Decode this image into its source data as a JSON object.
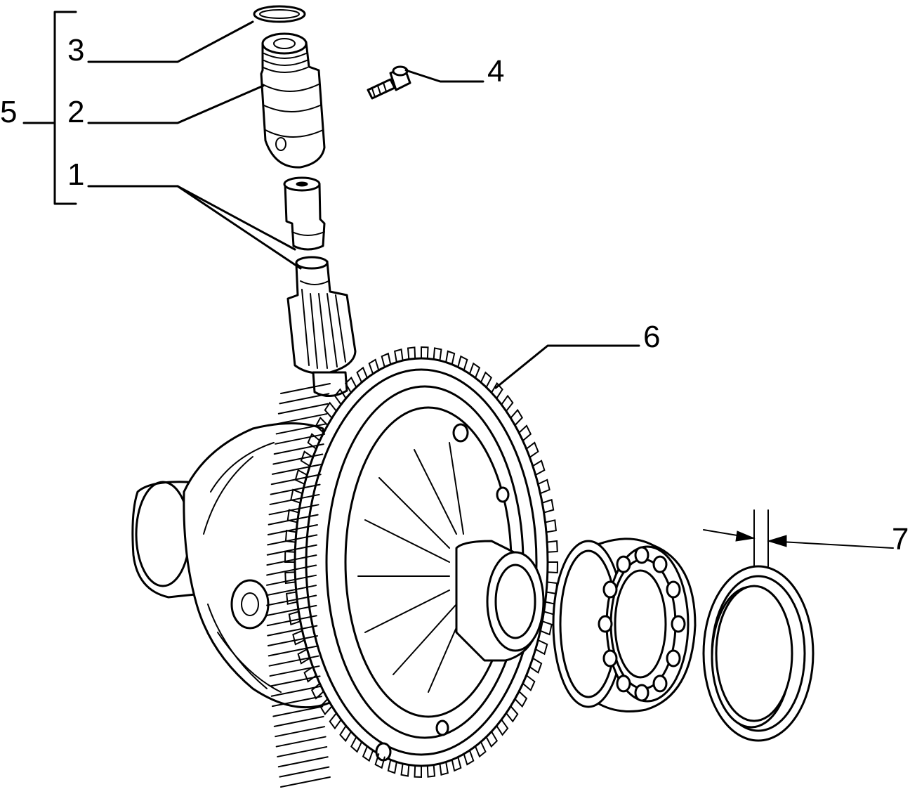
{
  "callouts": {
    "c1": "1",
    "c2": "2",
    "c3": "3",
    "c4": "4",
    "c5": "5",
    "c6": "6",
    "c7": "7"
  },
  "colors": {
    "ink": "#000000",
    "paper": "#ffffff"
  }
}
